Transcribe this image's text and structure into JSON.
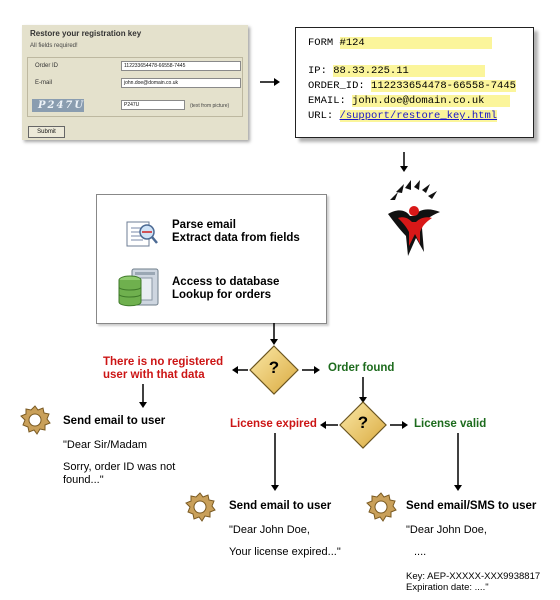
{
  "registration_form": {
    "title": "Restore your registration key",
    "subtitle": "All fields required!",
    "order_id_label": "Order ID",
    "order_id_value": "112233654478-66558-7445",
    "email_label": "E-mail",
    "email_value": "john.doe@domain.co.uk",
    "captcha_image_text": "P247U",
    "captcha_value": "P247U",
    "captcha_hint": "(text from picture)",
    "submit_label": "Submit"
  },
  "order_form": {
    "form_label": "FORM",
    "form_value": "#124",
    "ip_label": "IP:",
    "ip_value": "88.33.225.11",
    "order_id_label": "ORDER_ID:",
    "order_id_value": "112233654478-66558-7445",
    "email_label": "EMAIL:",
    "email_value": "john.doe@domain.co.uk",
    "url_label": "URL:",
    "url_value": "/support/restore_key.html"
  },
  "processing": {
    "step1_line1": "Parse email",
    "step1_line2": "Extract data from fields",
    "step2_line1": "Access to database",
    "step2_line2": "Lookup for orders"
  },
  "decision1": {
    "symbol": "?",
    "no_line1": "There is no registered",
    "no_line2": "user with that data",
    "yes": "Order found"
  },
  "decision2": {
    "symbol": "?",
    "expired": "License expired",
    "valid": "License valid"
  },
  "action_not_found": {
    "title": "Send email to user",
    "line1": "\"Dear Sir/Madam",
    "line2": "Sorry, order ID was not",
    "line3": "found...\""
  },
  "action_expired": {
    "title": "Send email to user",
    "line1": "\"Dear John Doe,",
    "line2": "Your license expired...\""
  },
  "action_valid": {
    "title": "Send email/SMS to user",
    "line1": "\"Dear John Doe,",
    "line2": "....",
    "line3": "Key: AEP-XXXXX-XXX9938817",
    "line4": "Expiration date: ....\""
  },
  "colors": {
    "negative": "#cc1515",
    "positive": "#1d6b1d",
    "highlight": "#fbf59b",
    "link": "#1a16c8",
    "decision_fill": "#e8c76a"
  }
}
